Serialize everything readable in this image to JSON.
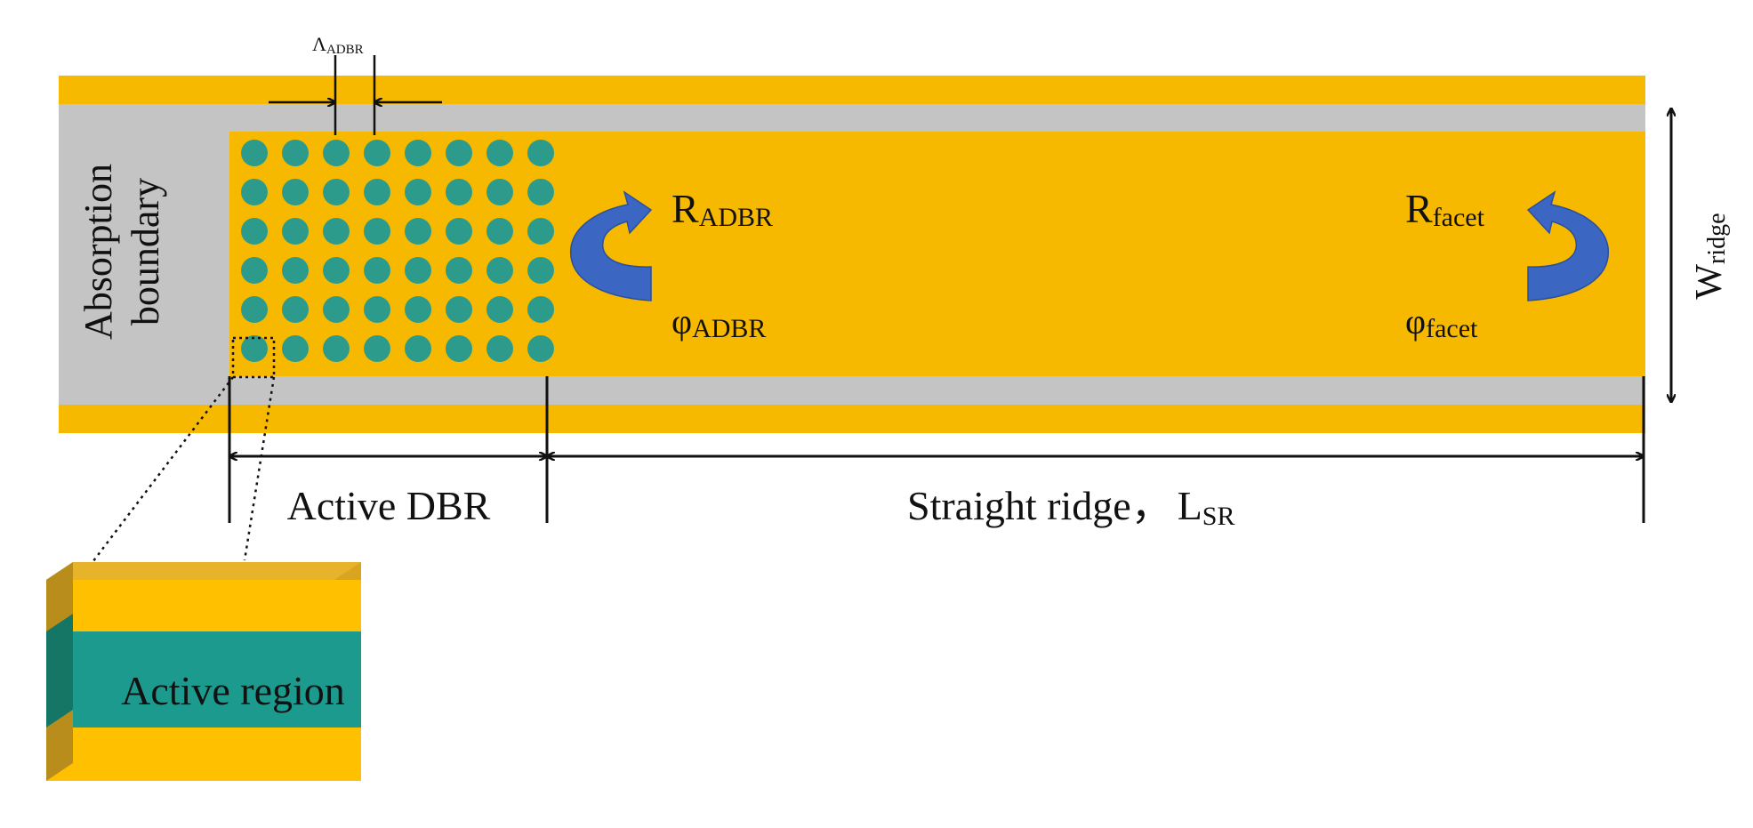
{
  "labels": {
    "lambda_main": "Λ",
    "lambda_sub": "ADBR",
    "absorption_line1": "Absorption",
    "absorption_line2": "boundary",
    "r_adbr_main": "R",
    "r_adbr_sub": "ADBR",
    "phi_adbr_main": "φ",
    "phi_adbr_sub": "ADBR",
    "r_facet_main": "R",
    "r_facet_sub": "facet",
    "phi_facet_main": "φ",
    "phi_facet_sub": "facet",
    "w_ridge_main": "W",
    "w_ridge_sub": "ridge",
    "active_dbr": "Active DBR",
    "straight_ridge": "Straight ridge，",
    "lsr_main": "L",
    "lsr_sub": "SR",
    "active_region": "Active region"
  },
  "grating": {
    "rows": 6,
    "columns": 8
  },
  "colors": {
    "gold": "#f7b900",
    "gray": "#c4c4c4",
    "teal": "#2d9b8c",
    "arrow_blue": "#3b67c2",
    "line": "#111111"
  }
}
